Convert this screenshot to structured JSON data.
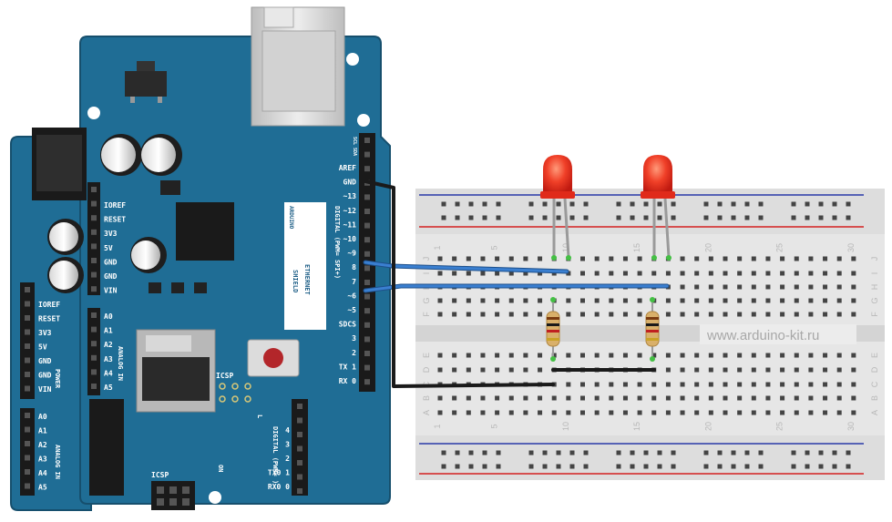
{
  "shield": {
    "name_line1": "ETHERNET",
    "name_line2": "SHIELD",
    "brand": "ARDUINO",
    "icsp_label": "ICSP",
    "icsp_label_2": "ICSP",
    "on_label": "ON",
    "digital_label": "DIGITAL (PWM= SPI+)",
    "digital_label_2": "DIGITAL (PWM= )",
    "power_label": "POWER",
    "analog_label": "ANALOG IN",
    "analog_label_2": "ANALOG IN",
    "l_label": "L",
    "top_pins": [
      "SCL",
      "SDA"
    ],
    "digital_pins": [
      "AREF",
      "GND",
      "~13",
      "~12",
      "~11",
      "~10",
      "~9",
      "8",
      "7",
      "~6",
      "~5",
      "SDCS",
      "3",
      "2",
      "TX 1",
      "RX 0"
    ],
    "power_pins": [
      "IOREF",
      "RESET",
      "3V3",
      "5V",
      "GND",
      "GND",
      "VIN"
    ],
    "lower_power_pins": [
      "IOREF",
      "RESET",
      "3V3",
      "5V",
      "GND",
      "GND",
      "VIN"
    ],
    "analog_pins": [
      "A0",
      "A1",
      "A2",
      "A3",
      "A4",
      "A5"
    ],
    "lower_analog_pins": [
      "A0",
      "A1",
      "A2",
      "A3",
      "A4",
      "A5"
    ],
    "lower_digital_pins": [
      "4",
      "3",
      "2",
      "TX0 1",
      "RX0 0"
    ]
  },
  "breadboard": {
    "column_numbers": [
      "1",
      "5",
      "10",
      "15",
      "20",
      "25",
      "30"
    ],
    "row_letters_top": [
      "J",
      "I",
      "H",
      "G",
      "F"
    ],
    "row_letters_bottom": [
      "E",
      "D",
      "C",
      "B",
      "A"
    ]
  },
  "watermark": "www.arduino-kit.ru",
  "colors": {
    "board": "#1f6d95",
    "board_dark": "#174f6e",
    "breadboard": "#e9e9e9",
    "wire_blue": "#3a7fd0",
    "wire_black": "#1a1a1a",
    "led": "#ee3322",
    "rail_red": "#d42020",
    "rail_blue": "#2a3aa8"
  }
}
